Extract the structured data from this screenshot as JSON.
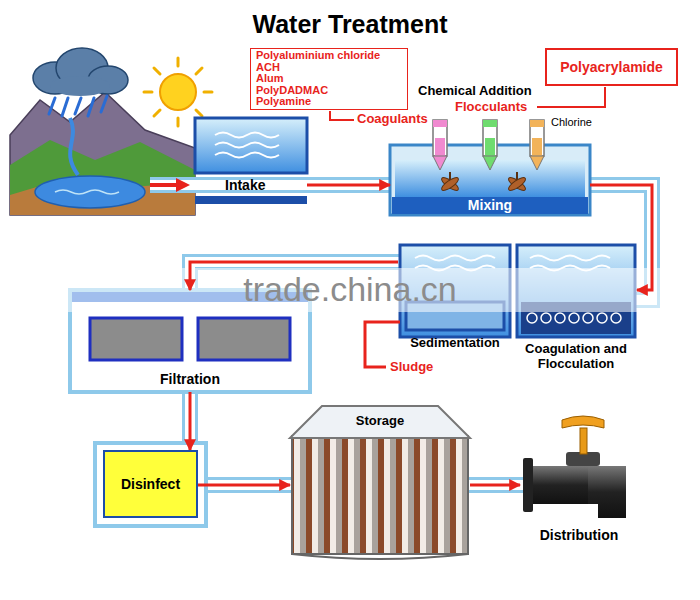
{
  "diagram": {
    "title": "Water Treatment",
    "nodes": [
      {
        "text": [
          "Polyaluminium chloride",
          "ACH",
          "Alum",
          "PolyDADMAC",
          "Polyamine"
        ]
      },
      {
        "text": [
          "Polyacrylamide"
        ]
      },
      {
        "text": [
          "Intake"
        ]
      },
      {
        "text": [
          "Mixing"
        ]
      },
      {
        "text": [
          "Sedimentation"
        ]
      },
      {
        "text": [
          "Coagulation and Flocculation"
        ]
      },
      {
        "text": [
          "Filtration"
        ]
      },
      {
        "text": [
          "Disinfect"
        ]
      },
      {
        "text": [
          "Storage"
        ]
      },
      {
        "text": [
          "Distribution"
        ]
      }
    ],
    "edges": [
      {
        "from": 2,
        "to": 3,
        "arrow": "to"
      },
      {
        "from": 3,
        "to": 5,
        "arrow": "to"
      },
      {
        "from": 4,
        "to": 6,
        "arrow": "to"
      },
      {
        "from": 6,
        "to": 7,
        "arrow": "to"
      },
      {
        "from": 7,
        "to": 8,
        "arrow": "to"
      },
      {
        "from": 8,
        "to": 9,
        "arrow": "to"
      }
    ],
    "labels": [
      "Chemical Addition",
      "Coagulants",
      "Flocculants",
      "Chlorine",
      "Sludge",
      "trade.china.cn"
    ]
  }
}
